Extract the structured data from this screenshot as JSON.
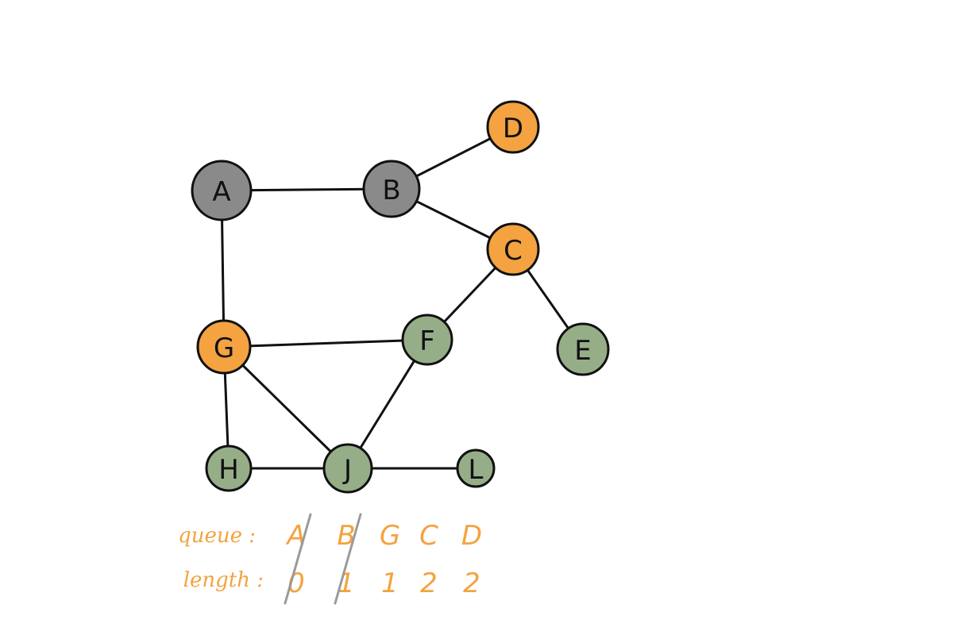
{
  "colors": {
    "visited": "#8A8A8A",
    "queued": "#F4A340",
    "unvisited": "#96AE88",
    "text_accent": "#F4A340",
    "strike": "#9A9A9A"
  },
  "graph": {
    "nodes": [
      {
        "id": "A",
        "label": "A",
        "state": "visited"
      },
      {
        "id": "B",
        "label": "B",
        "state": "visited"
      },
      {
        "id": "C",
        "label": "C",
        "state": "queued"
      },
      {
        "id": "D",
        "label": "D",
        "state": "queued"
      },
      {
        "id": "E",
        "label": "E",
        "state": "unvisited"
      },
      {
        "id": "F",
        "label": "F",
        "state": "unvisited"
      },
      {
        "id": "G",
        "label": "G",
        "state": "queued"
      },
      {
        "id": "H",
        "label": "H",
        "state": "unvisited"
      },
      {
        "id": "J",
        "label": "J",
        "state": "unvisited"
      },
      {
        "id": "L",
        "label": "L",
        "state": "unvisited"
      }
    ],
    "edges": [
      [
        "A",
        "B"
      ],
      [
        "B",
        "D"
      ],
      [
        "B",
        "C"
      ],
      [
        "A",
        "G"
      ],
      [
        "C",
        "F"
      ],
      [
        "C",
        "E"
      ],
      [
        "G",
        "F"
      ],
      [
        "G",
        "J"
      ],
      [
        "G",
        "H"
      ],
      [
        "F",
        "J"
      ],
      [
        "H",
        "J"
      ],
      [
        "J",
        "L"
      ]
    ]
  },
  "queue_table": {
    "queue_label": "queue :",
    "length_label": "length :",
    "entries": [
      {
        "node": "A",
        "length": "0",
        "dequeued": true
      },
      {
        "node": "B",
        "length": "1",
        "dequeued": true
      },
      {
        "node": "G",
        "length": "1",
        "dequeued": false
      },
      {
        "node": "C",
        "length": "2",
        "dequeued": false
      },
      {
        "node": "D",
        "length": "2",
        "dequeued": false
      }
    ]
  }
}
